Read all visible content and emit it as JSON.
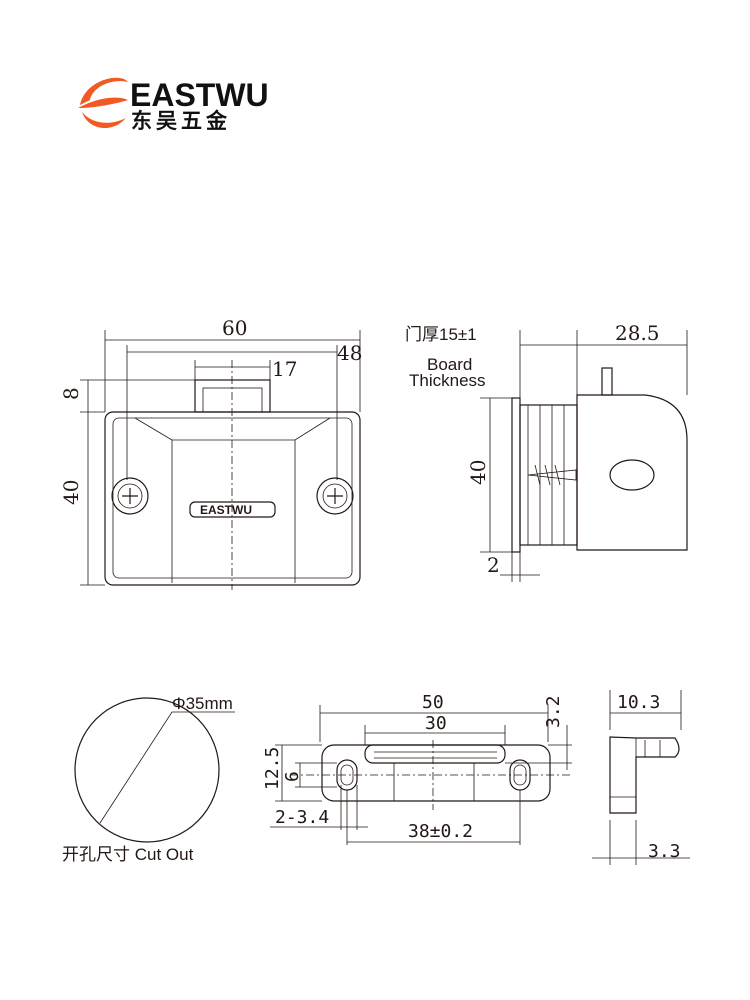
{
  "logo": {
    "brand": "EASTWU",
    "brand_cn": "东吴五金",
    "accent_color": "#f15a22"
  },
  "front_view": {
    "dim_width": "60",
    "dim_screw_spacing": "48",
    "dim_tab_width": "17",
    "dim_tab_height": "8",
    "dim_height": "40",
    "plate_logo": "EASTWU"
  },
  "side_view": {
    "board_thickness_cn": "门厚15±1",
    "board_label_line1": "Board",
    "board_label_line2": "Thickness",
    "dim_depth": "28.5",
    "dim_height": "40",
    "dim_flange": "2"
  },
  "cutout": {
    "diameter": "Φ35mm",
    "caption": "开孔尺寸 Cut Out"
  },
  "strike_plate": {
    "dim_length": "50",
    "dim_slot": "30",
    "dim_offset": "3.2",
    "dim_height": "12.5",
    "dim_hole_slot": "6",
    "dim_holes": "2-3.4",
    "dim_hole_spacing": "38±0.2"
  },
  "strike_side": {
    "dim_depth": "10.3",
    "dim_thickness": "3.3"
  }
}
